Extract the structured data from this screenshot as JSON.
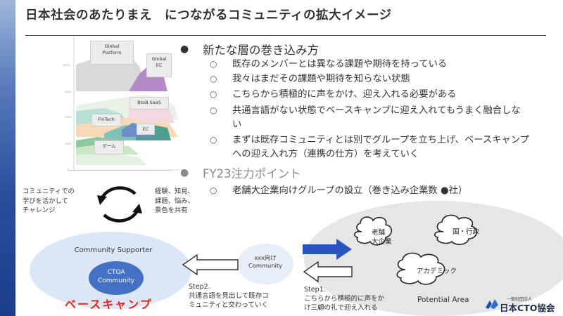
{
  "slide": {
    "title": "日本社会のあたりまえ　につながるコミュニティの拡大イメージ"
  },
  "bullets": {
    "item1": {
      "label": "新たな層の巻き込み方",
      "subs": [
        "既存のメンバーとは異なる課題や期待を持っている",
        "我々はまだその課題や期待を知らない状態",
        "こちらから積極的に声をかけ、迎え入れる必要がある",
        "共通言語がない状態でベースキャンプに迎え入れてもうまく融合しな",
        "い",
        "まずは既存コミュニティとは別でグループを立ち上げ、ベースキャンプ",
        "への迎え入れ方（連携の仕方）を考えていく"
      ]
    },
    "item2": {
      "label": "FY23注力ポイント",
      "subs": [
        "老舗大企業向けグループの設立（巻き込み企業数 ●社）"
      ]
    }
  },
  "mini_chart": {
    "labels": {
      "global_platform": "Global\nPlatform",
      "global_ec": "Global\nEC",
      "btob_saas": "BtoB SaaS",
      "fintech": "FinTech",
      "ec": "EC",
      "game": "ゲーム"
    }
  },
  "cycle": {
    "left_text": [
      "コミュニティでの",
      "学びを活かして",
      "チャレンジ"
    ],
    "right_text": [
      "経験、知見、",
      "課題、悩み、",
      "景色を共有"
    ]
  },
  "diagram": {
    "community_supporter": "Community Supporter",
    "ctoa": [
      "CTOA",
      "Community"
    ],
    "basecamp": "ベースキャンプ",
    "xxx_community": [
      "xxx向け",
      "Community"
    ],
    "step2": [
      "Step2.",
      "共通言語を見出して既存コ",
      "ミュニティと交わっていく"
    ],
    "step1": [
      "Step1.",
      "こちらから積極的に声をか",
      "け三顧の礼で迎え入れる"
    ],
    "potential_area": "Potential Area",
    "clouds": {
      "shinise": [
        "老舗",
        "大企業"
      ],
      "gov": "国・行政",
      "academic": "アカデミック"
    },
    "colors": {
      "blue_arrow": "#2a55c0",
      "basecamp_red": "#e8231b",
      "ctoa_blue": "#4372c4"
    }
  },
  "logo": {
    "small": "一般社団法人",
    "name": "日本CTO協会"
  }
}
